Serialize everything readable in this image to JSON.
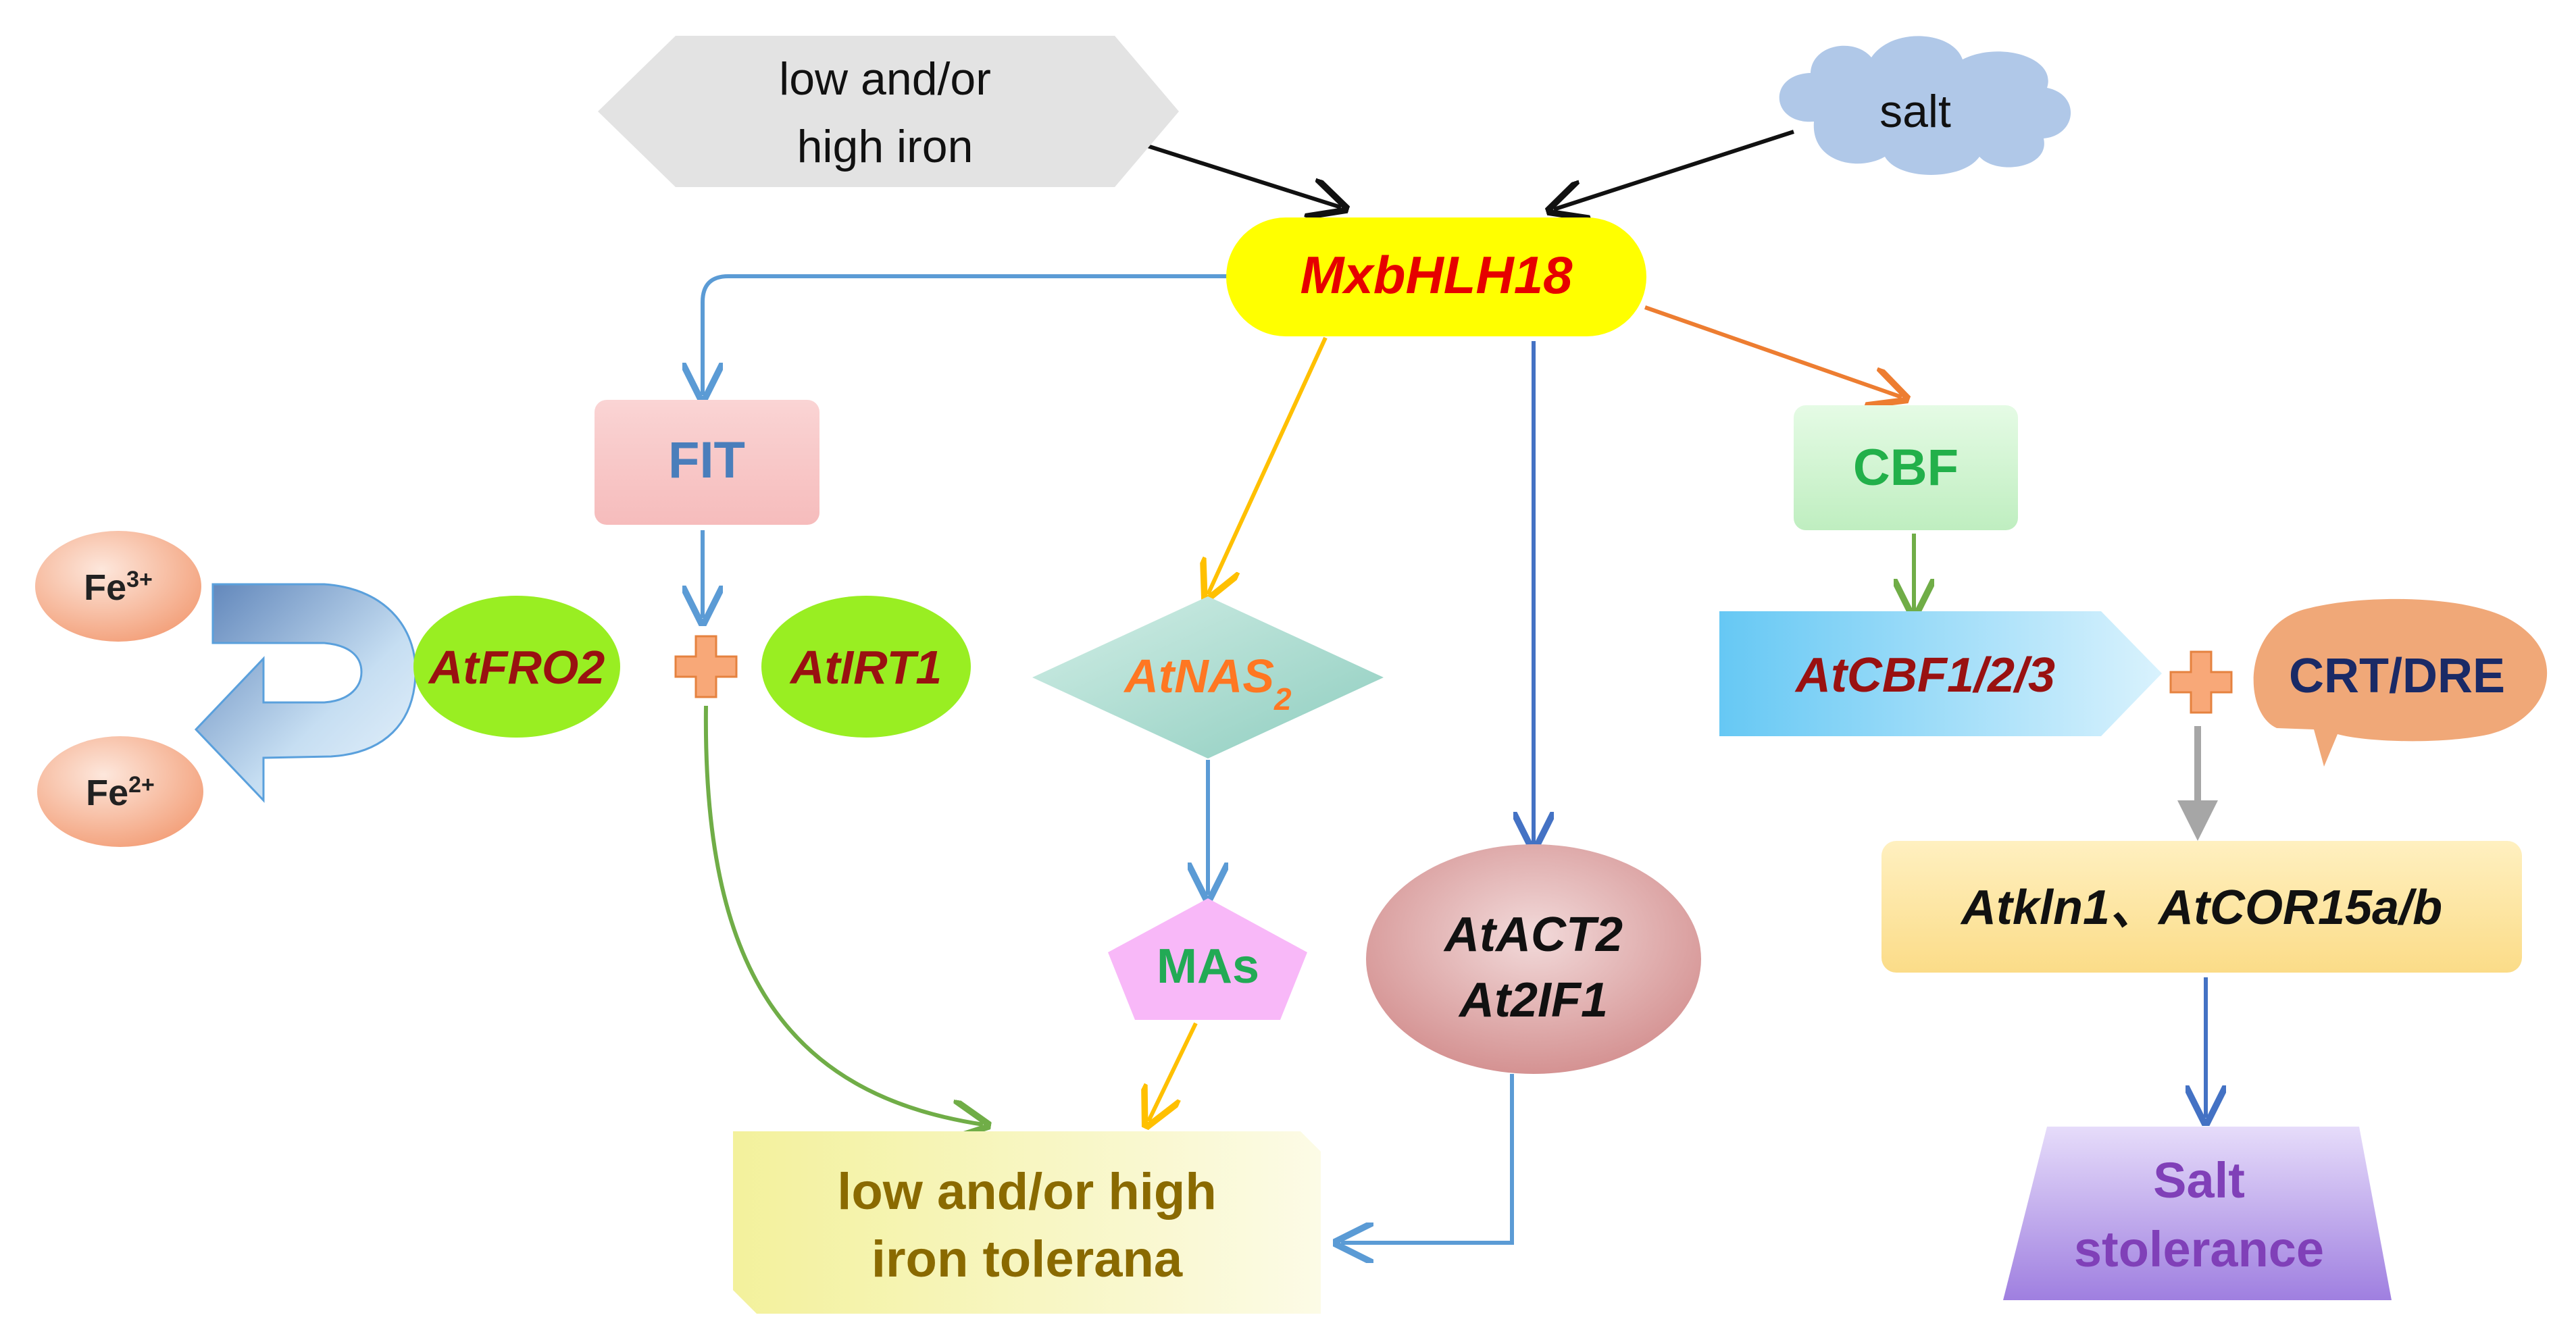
{
  "nodes": {
    "iron_input": {
      "lines": [
        "low and/or",
        "high iron"
      ]
    },
    "salt_input": {
      "label": "salt"
    },
    "center": {
      "label": "MxbHLH18"
    },
    "fit": {
      "label": "FIT"
    },
    "cbf": {
      "label": "CBF"
    },
    "fe3": {
      "base": "Fe",
      "sup": "3+"
    },
    "fe2": {
      "base": "Fe",
      "sup": "2+"
    },
    "fro2": {
      "label": "AtFRO2"
    },
    "irt1": {
      "label": "AtIRT1"
    },
    "nas2": {
      "base": "AtNAS",
      "sub": "2"
    },
    "mas": {
      "label": "MAs"
    },
    "act2": {
      "lines": [
        "AtACT2",
        "At2IF1"
      ]
    },
    "cbf123": {
      "label": "AtCBF1/2/3"
    },
    "crtdre": {
      "label": "CRT/DRE"
    },
    "kin": {
      "label": "Atkln1、AtCOR15a/b"
    },
    "iron_tol": {
      "lines": [
        "low and/or high",
        "iron tolerana"
      ]
    },
    "salt_tol": {
      "lines": [
        "Salt",
        "stolerance"
      ]
    },
    "plus_left": {
      "label": "+"
    },
    "plus_right": {
      "label": "+"
    }
  },
  "colors": {
    "center_fill": "#ffff00",
    "center_text": "#e60000",
    "fit_fill": "#f8c8c8",
    "fit_text": "#4a7ebb",
    "cbf_fill": "#ccf2cc",
    "cbf_text": "#22b04a",
    "fe_fill": "#f8b090",
    "green_fill": "#99ee22",
    "dark_red_text": "#991111",
    "nas_fill": "#a8dcd0",
    "nas_text": "#ff7722",
    "mas_fill": "#f8b8f8",
    "mas_text": "#22aa55",
    "act_fill": "#d89a9a",
    "cbf123_fill": "#99ddf8",
    "crt_fill": "#f0a878",
    "crt_text": "#1a2a66",
    "kin_fill": "#fde6a0",
    "iron_tol_fill": "#f8f4bc",
    "iron_tol_text": "#8a6a00",
    "salt_tol_fill": "#b69ce8",
    "salt_tol_text": "#8040b8",
    "gray_fill": "#e3e3e3",
    "cloud_fill": "#b0c8e8",
    "plus_fill": "#f8a878",
    "arrow_black": "#111111",
    "arrow_blue": "#5b9bd5",
    "arrow_dark_blue": "#4472c4",
    "arrow_orange": "#ed7d31",
    "arrow_gold": "#ffc000",
    "arrow_green": "#70ad47",
    "arrow_gray": "#a6a6a6"
  }
}
